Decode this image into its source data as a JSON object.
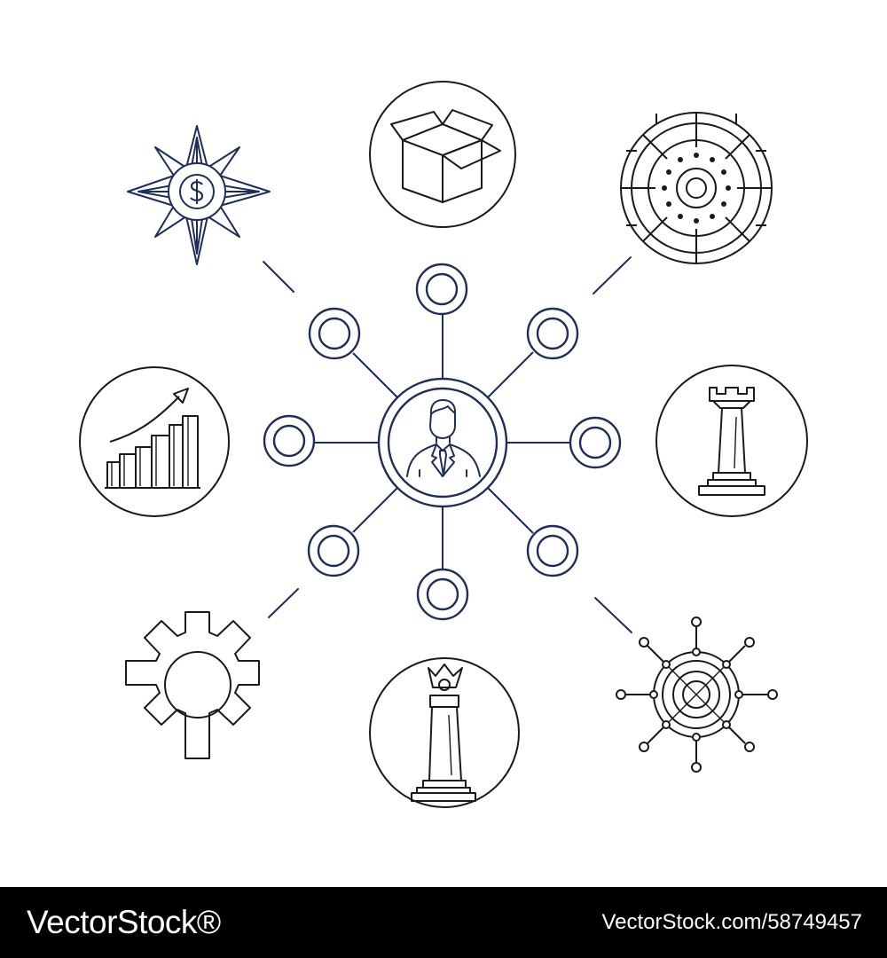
{
  "colors": {
    "background": "#ffffff",
    "navy": "#1f2d5a",
    "ink": "#1a1a1a",
    "footer_bg": "#000000",
    "footer_text": "#ffffff"
  },
  "diagram": {
    "hub": {
      "icon": "businessman-icon"
    },
    "inner_nodes": 8,
    "outer_icons": [
      "compass-dollar-icon",
      "open-box-icon",
      "target-icon",
      "growth-chart-icon",
      "chess-rook-icon",
      "gear-icon",
      "chess-king-icon",
      "ship-wheel-icon"
    ]
  },
  "footer": {
    "logo": "VectorStock®",
    "image_id": "VectorStock.com/58749457"
  }
}
